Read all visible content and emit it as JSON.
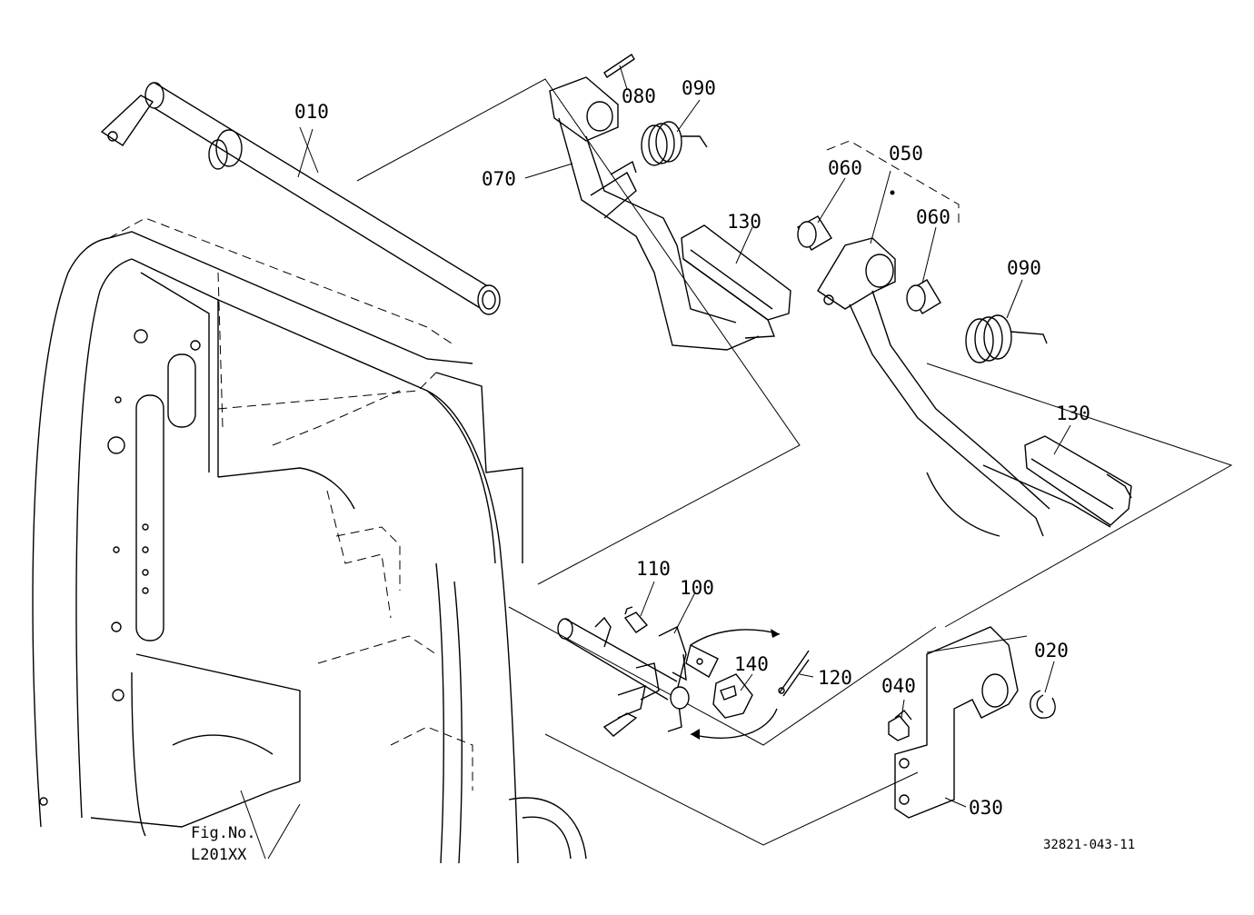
{
  "callouts": {
    "c010": "010",
    "c020": "020",
    "c030": "030",
    "c040": "040",
    "c050": "050",
    "c060a": "060",
    "c060b": "060",
    "c070": "070",
    "c080": "080",
    "c090a": "090",
    "c090b": "090",
    "c100": "100",
    "c110": "110",
    "c120": "120",
    "c130a": "130",
    "c130b": "130",
    "c140": "140"
  },
  "figure_reference": {
    "line1": "Fig.No.",
    "line2": "L201XX"
  },
  "drawing_code": "32821-043-11"
}
